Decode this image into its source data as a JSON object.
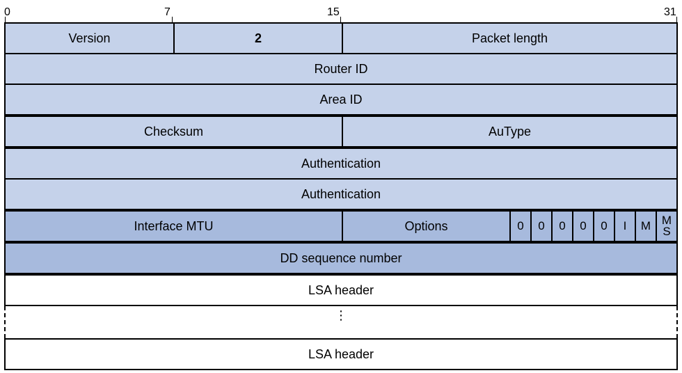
{
  "bit_labels": [
    "0",
    "7",
    "15",
    "31"
  ],
  "rows": [
    {
      "style": "light",
      "cells": [
        {
          "label": "Version"
        },
        {
          "label": "2"
        },
        {
          "label": "Packet length"
        }
      ]
    },
    {
      "style": "light",
      "cells": [
        {
          "label": "Router ID"
        }
      ]
    },
    {
      "style": "light",
      "cells": [
        {
          "label": "Area ID"
        }
      ]
    },
    {
      "style": "light",
      "cells": [
        {
          "label": "Checksum"
        },
        {
          "label": "AuType"
        }
      ]
    },
    {
      "style": "light",
      "cells": [
        {
          "label": "Authentication"
        }
      ]
    },
    {
      "style": "light",
      "cells": [
        {
          "label": "Authentication"
        }
      ]
    },
    {
      "style": "mid",
      "cells": [
        {
          "label": "Interface MTU"
        },
        {
          "label": "Options"
        }
      ]
    },
    {
      "style": "mid",
      "cells": [
        {
          "label": "DD sequence number"
        }
      ]
    },
    {
      "style": "white",
      "cells": [
        {
          "label": "LSA header"
        }
      ]
    },
    {
      "style": "white",
      "cells": [
        {
          "label": "LSA header"
        }
      ]
    }
  ],
  "flags": [
    "0",
    "0",
    "0",
    "0",
    "0",
    "I",
    "M"
  ],
  "ms_flag": [
    "M",
    "S"
  ],
  "ellipsis": "⋮"
}
